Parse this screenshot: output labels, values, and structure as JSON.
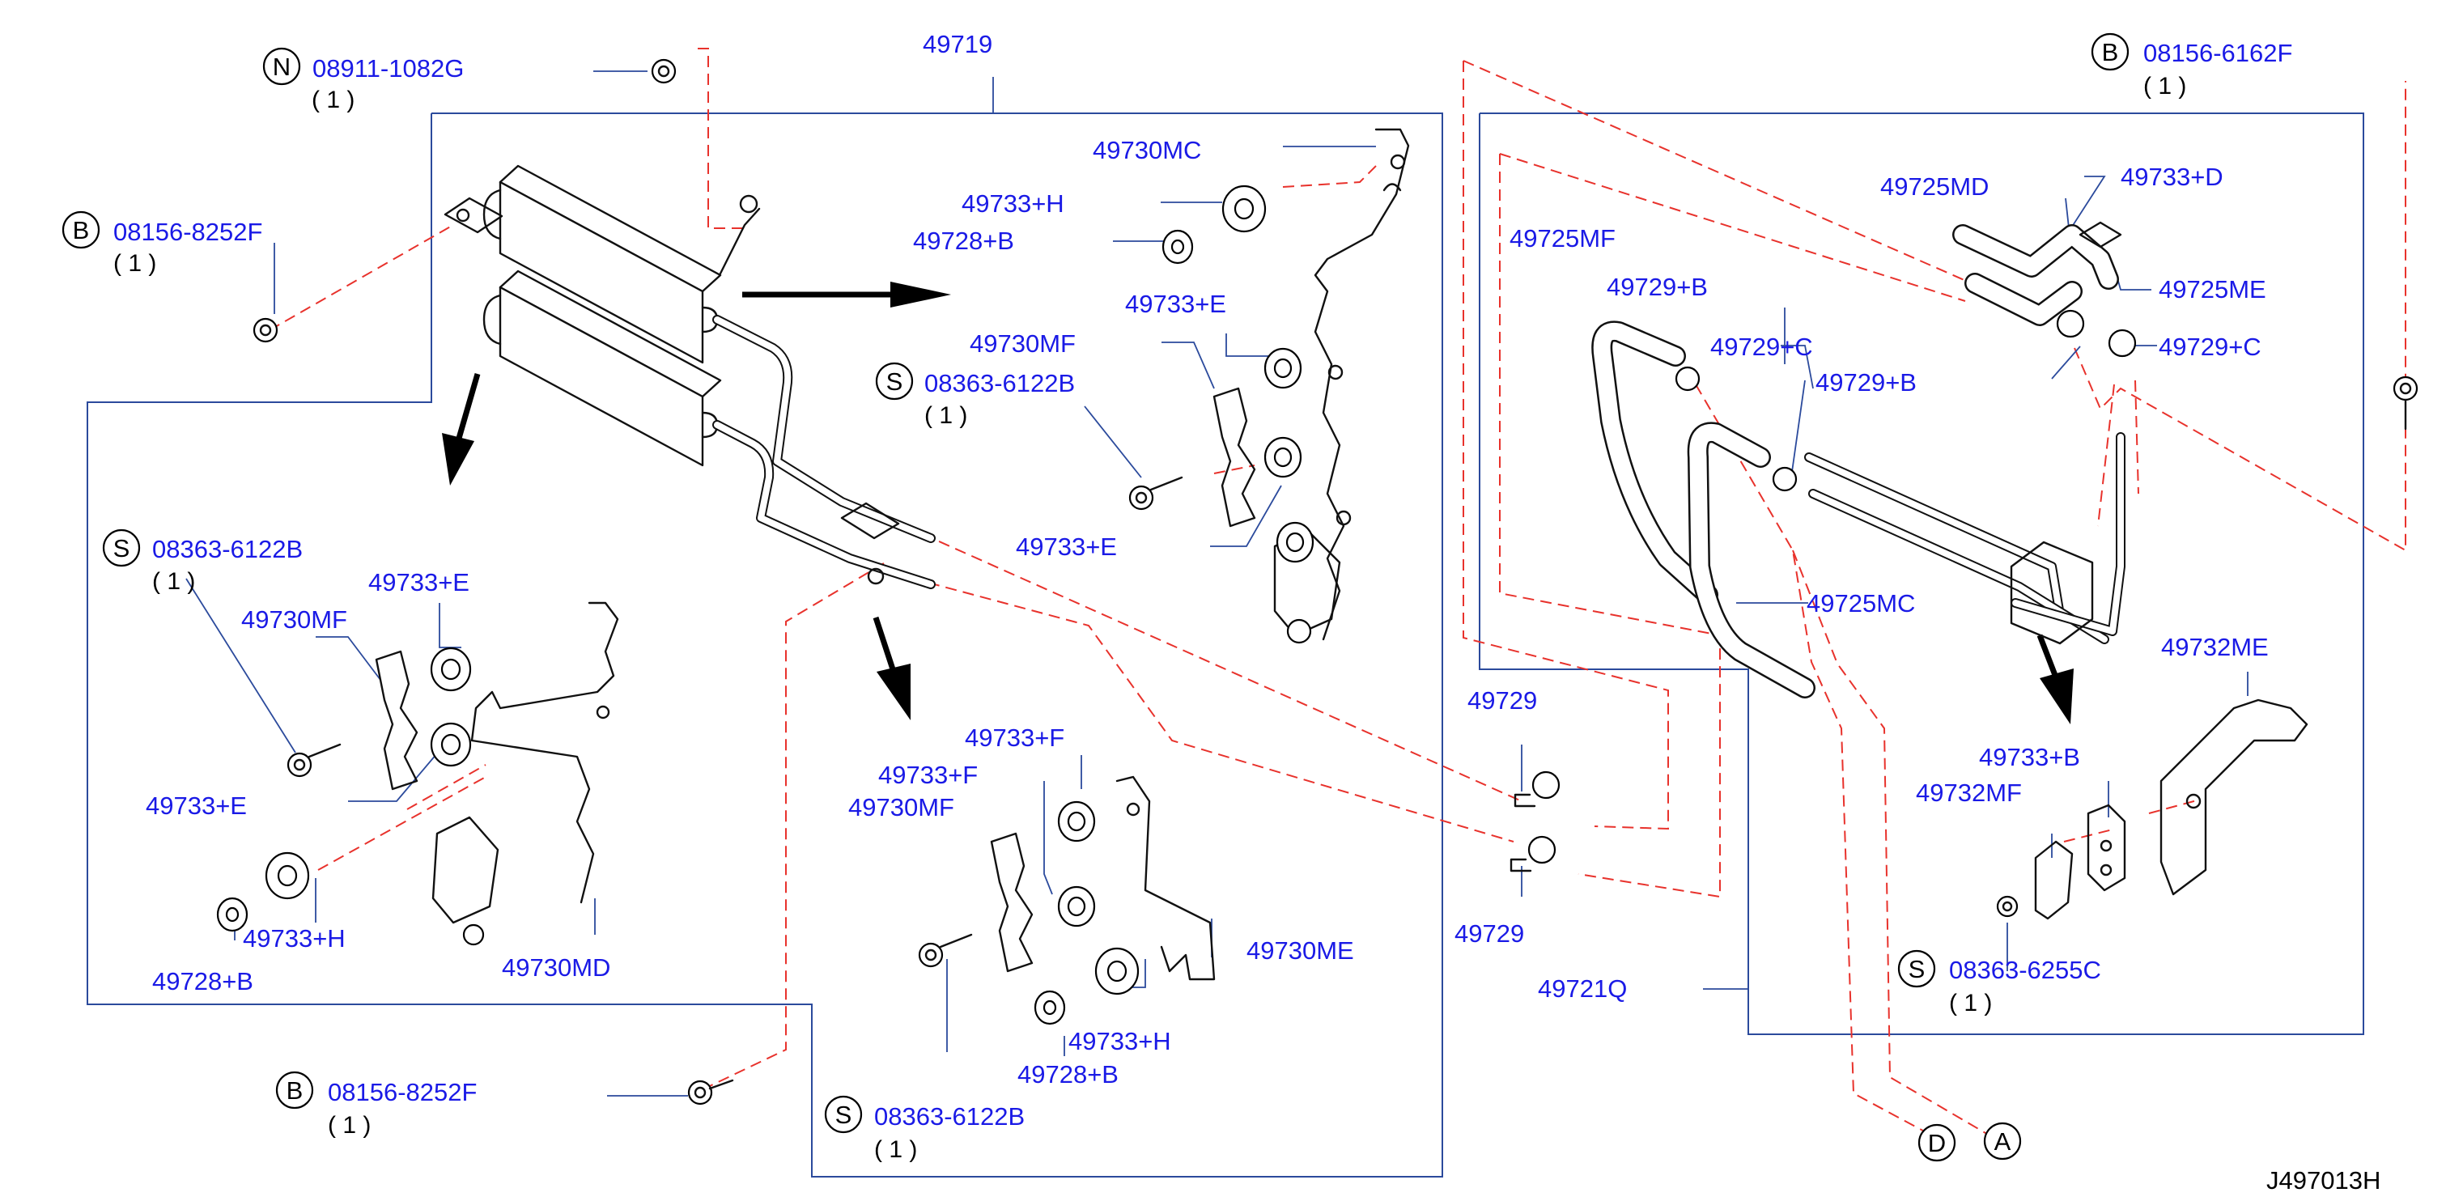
{
  "colors": {
    "label_blue": "#1a1ae6",
    "frame_blue": "#2b4a9c",
    "dash_red": "#e8322c",
    "part_black": "#111111"
  },
  "diagram_code": "J497013H",
  "prefixes": {
    "n": "N",
    "b": "B",
    "s": "S"
  },
  "qty": "( 1 )",
  "refs": {
    "a": "A",
    "d": "D"
  },
  "labels": {
    "p49719": "49719",
    "n08911": "08911-1082G",
    "b08156_8252f_top": "08156-8252F",
    "p49730mc": "49730MC",
    "p49733h_top": "49733+H",
    "p49728b_top": "49728+B",
    "p49730mf_top": "49730MF",
    "p49733e_top": "49733+E",
    "s08363_top": "08363-6122B",
    "p49733e_top2": "49733+E",
    "s08363_left": "08363-6122B",
    "p49733e_left": "49733+E",
    "p49730mf_left": "49730MF",
    "p49733e_left2": "49733+E",
    "p49733h_left": "49733+H",
    "p49728b_left": "49728+B",
    "p49730md": "49730MD",
    "p49733f_a": "49733+F",
    "p49733f_b": "49733+F",
    "p49730mf_mid": "49730MF",
    "p49730me": "49730ME",
    "p49733h_mid": "49733+H",
    "p49728b_mid": "49728+B",
    "s08363_mid": "08363-6122B",
    "b08156_8252f_bot": "08156-8252F",
    "p49729_a": "49729",
    "p49729_b": "49729",
    "p49721q": "49721Q",
    "b08156_6162f": "08156-6162F",
    "p49725md": "49725MD",
    "p49733d": "49733+D",
    "p49725me": "49725ME",
    "p49725mf": "49725MF",
    "p49729b_a": "49729+B",
    "p49729c_a": "49729+C",
    "p49729c_b": "49729+C",
    "p49729b_b": "49729+B",
    "p49725mc": "49725MC",
    "p49732me": "49732ME",
    "p49733b": "49733+B",
    "p49732mf": "49732MF",
    "s08363_6255c": "08363-6255C"
  },
  "icons": [
    "down-arrow-icon",
    "right-arrow-icon",
    "bolt-icon",
    "clamp-icon",
    "grommet-icon",
    "bracket-icon",
    "hose-icon",
    "oil-cooler-icon"
  ]
}
